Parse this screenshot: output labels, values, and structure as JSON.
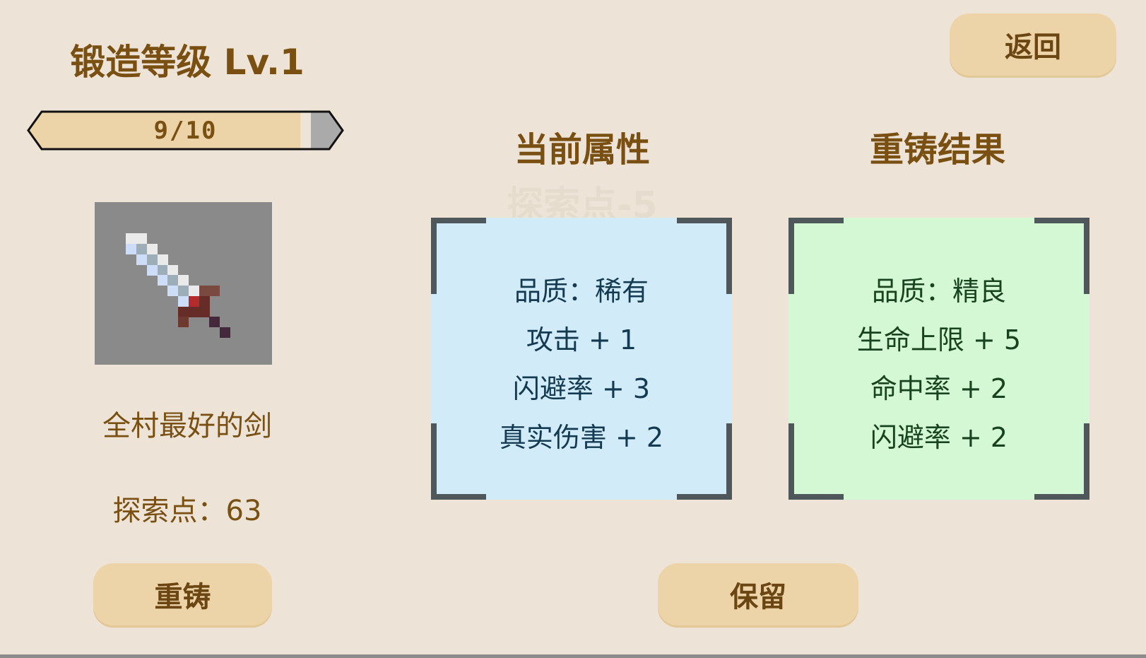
{
  "header": {
    "forge_level_title": "锻造等级 Lv.1",
    "back_label": "返回"
  },
  "progress": {
    "text": "9/10",
    "current": 9,
    "max": 10
  },
  "item": {
    "icon": "pixel-sword-icon",
    "name": "全村最好的剑",
    "points_label": "探索点：63"
  },
  "floating_text": "探索点-5",
  "current": {
    "heading": "当前属性",
    "lines": [
      "品质：稀有",
      "攻击 + 1",
      "闪避率 + 3",
      "真实伤害 + 2"
    ]
  },
  "result": {
    "heading": "重铸结果",
    "lines": [
      "品质：精良",
      "生命上限 + 5",
      "命中率 + 2",
      "闪避率 + 2"
    ]
  },
  "actions": {
    "reforge_label": "重铸",
    "keep_label": "保留"
  },
  "colors": {
    "background": "#ede4d7",
    "button": "#ecd4a8",
    "text": "#7a4f12",
    "current_panel": "#d1ecf8",
    "result_panel": "#d5f8d4"
  }
}
